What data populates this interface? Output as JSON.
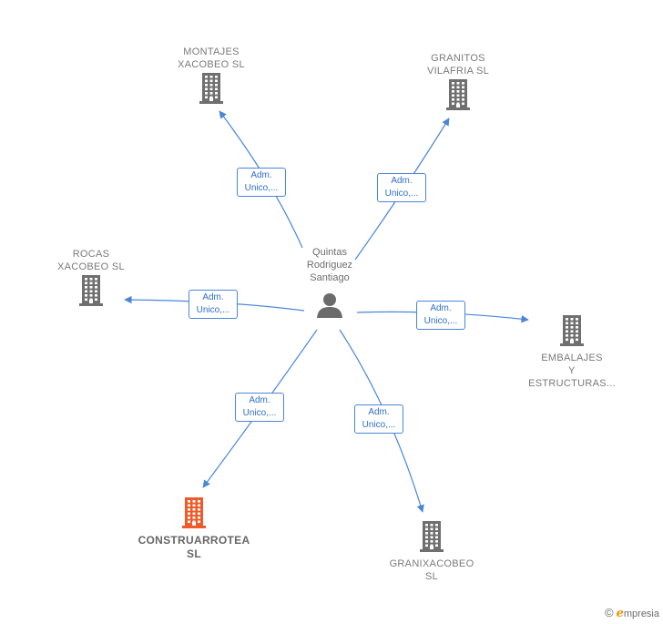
{
  "center": {
    "name": "Quintas\nRodriguez\nSantiago",
    "icon": "person-icon"
  },
  "companies": [
    {
      "id": "montajes",
      "name": "MONTAJES\nXACOBEO  SL",
      "icon": "building-icon",
      "color": "#6f6f6f",
      "highlight": false
    },
    {
      "id": "granitos",
      "name": "GRANITOS\nVILAFRIA SL",
      "icon": "building-icon",
      "color": "#6f6f6f",
      "highlight": false
    },
    {
      "id": "rocas",
      "name": "ROCAS\nXACOBEO  SL",
      "icon": "building-icon",
      "color": "#6f6f6f",
      "highlight": false
    },
    {
      "id": "embalajes",
      "name": "EMBALAJES\nY\nESTRUCTURAS...",
      "icon": "building-icon",
      "color": "#6f6f6f",
      "highlight": false
    },
    {
      "id": "construarrotea",
      "name": "CONSTRUARROTEA\nSL",
      "icon": "building-icon",
      "color": "#f05a28",
      "highlight": true
    },
    {
      "id": "granixacobeo",
      "name": "GRANIXACOBEO\nSL",
      "icon": "building-icon",
      "color": "#6f6f6f",
      "highlight": false
    }
  ],
  "relations": [
    {
      "target": "montajes",
      "label": "Adm.\nUnico,..."
    },
    {
      "target": "granitos",
      "label": "Adm.\nUnico,..."
    },
    {
      "target": "rocas",
      "label": "Adm.\nUnico,..."
    },
    {
      "target": "embalajes",
      "label": "Adm.\nUnico,..."
    },
    {
      "target": "construarrotea",
      "label": "Adm.\nUnico,..."
    },
    {
      "target": "granixacobeo",
      "label": "Adm.\nUnico,..."
    }
  ],
  "colors": {
    "edge": "#4a86d8",
    "label_border": "#4a86d8",
    "label_text": "#2e6fc7"
  },
  "brand": {
    "symbol": "©",
    "initial": "e",
    "name": "mpresia"
  }
}
